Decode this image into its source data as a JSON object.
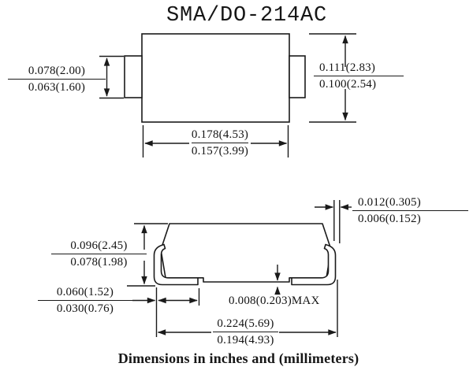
{
  "title": "SMA/DO-214AC",
  "caption": "Dimensions in inches and (millimeters)",
  "colors": {
    "line": "#1a1a1a",
    "background": "#ffffff"
  },
  "top_view": {
    "tab_height": {
      "max": "0.078(2.00)",
      "min": "0.063(1.60)"
    },
    "body_height": {
      "max": "0.111(2.83)",
      "min": "0.100(2.54)"
    },
    "body_width": {
      "max": "0.178(4.53)",
      "min": "0.157(3.99)"
    }
  },
  "side_view": {
    "overall_height": {
      "max": "0.096(2.45)",
      "min": "0.078(1.98)"
    },
    "foot_length": {
      "max": "0.060(1.52)",
      "min": "0.030(0.76)"
    },
    "lead_thickness": {
      "max": "0.012(0.305)",
      "min": "0.006(0.152)"
    },
    "standoff": "0.008(0.203)MAX",
    "overall_width": {
      "max": "0.224(5.69)",
      "min": "0.194(4.93)"
    }
  }
}
